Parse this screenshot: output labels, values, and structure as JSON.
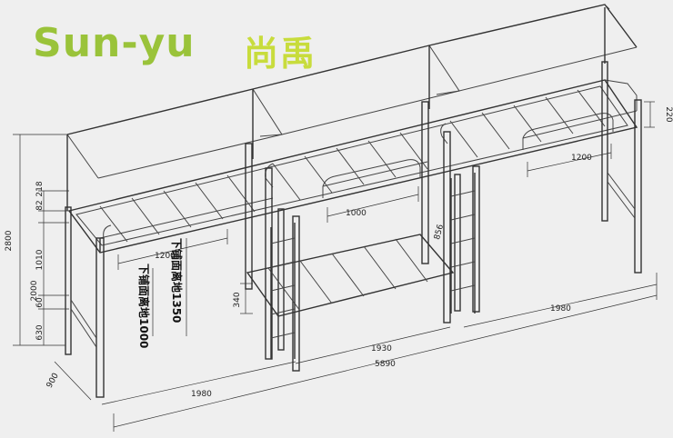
{
  "brand": {
    "name": "Sun-yu",
    "name_cn": "尚禹",
    "color_primary": "#9ac33a",
    "color_secondary": "#c8dc3c"
  },
  "dimensions": {
    "height_total": "2800",
    "height_2000": "2000",
    "h82": "82",
    "h218": "218",
    "h1010": "1010",
    "h60": "60",
    "h630": "630",
    "h340": "340",
    "h220": "220",
    "depth": "900",
    "ladder_gap": "856",
    "inner_1000": "1000",
    "inner_1200_right": "1200",
    "inner_1200_left": "1200",
    "width_left": "1980",
    "width_mid": "1930",
    "width_right": "1980",
    "width_total": "5890"
  },
  "notes": {
    "lower_1000": "下铺面离地1000",
    "lower_1350": "下铺面离地1350"
  }
}
